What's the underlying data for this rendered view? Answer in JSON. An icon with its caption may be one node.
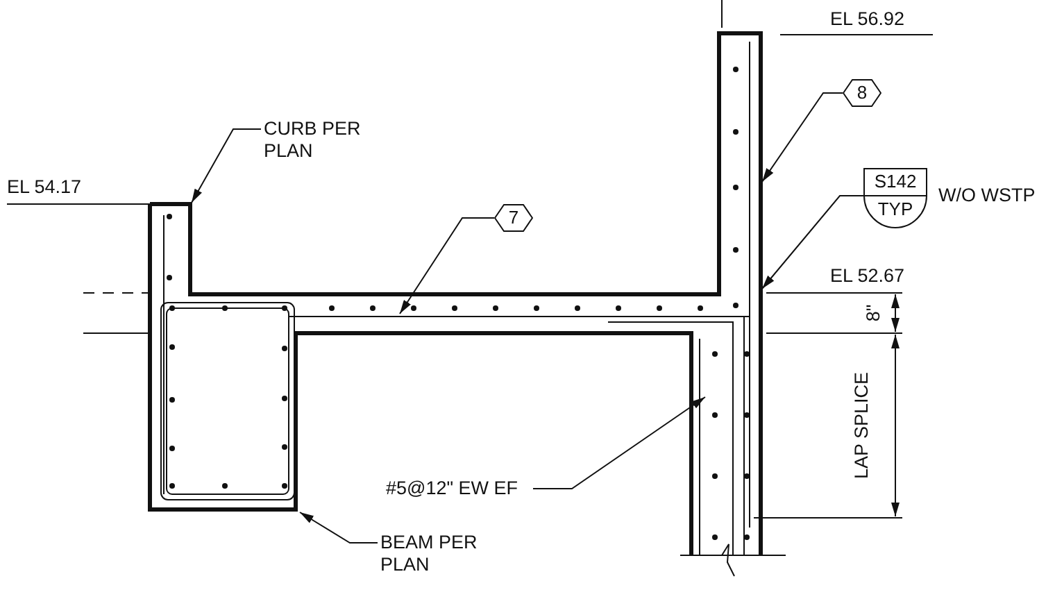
{
  "diagram": {
    "nodes": [
      {
        "text": [
          "CURB PER PLAN"
        ]
      },
      {
        "text": [
          "7"
        ]
      },
      {
        "text": [
          "8"
        ]
      },
      {
        "text": [
          "S142",
          "TYP"
        ],
        "beside": [
          "W/O WSTP"
        ]
      },
      {
        "text": [
          "#5@12\" EW EF"
        ]
      },
      {
        "text": [
          "BEAM PER PLAN"
        ]
      }
    ],
    "edges": [
      {
        "from": 0,
        "to": null,
        "arrow": "to"
      },
      {
        "from": 1,
        "to": null,
        "arrow": "to"
      },
      {
        "from": 2,
        "to": null,
        "arrow": "to"
      },
      {
        "from": 3,
        "to": null,
        "arrow": "to"
      },
      {
        "from": 4,
        "to": null,
        "arrow": "to"
      },
      {
        "from": 5,
        "to": null,
        "arrow": "to"
      }
    ],
    "labels": [
      "EL 56.92",
      "EL 54.17",
      "EL 52.67",
      "8\"",
      "LAP SPLICE"
    ]
  }
}
